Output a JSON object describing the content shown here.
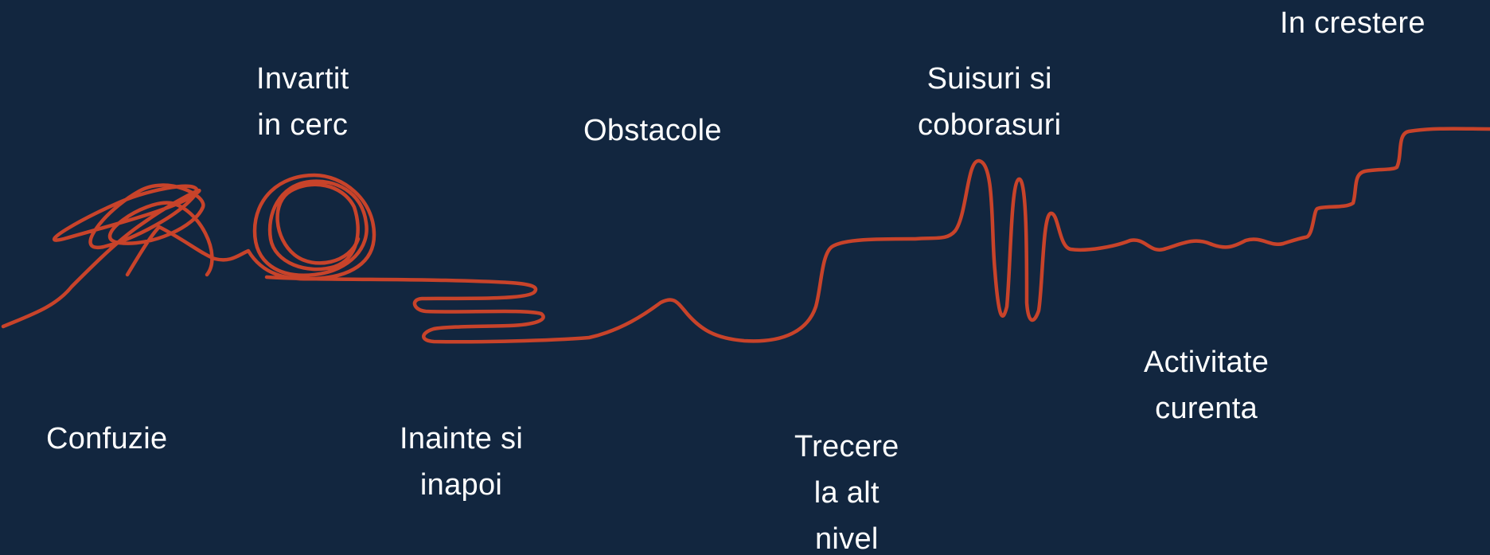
{
  "colors": {
    "background": "#12263f",
    "line": "#c8432a",
    "text": "#ffffff"
  },
  "stages": [
    {
      "id": "confuzie",
      "lines": [
        "Confuzie"
      ]
    },
    {
      "id": "invartit",
      "lines": [
        "Invartit",
        "in cerc"
      ]
    },
    {
      "id": "inainte",
      "lines": [
        "Inainte si",
        "inapoi"
      ]
    },
    {
      "id": "obstacole",
      "lines": [
        "Obstacole"
      ]
    },
    {
      "id": "trecere",
      "lines": [
        "Trecere",
        "la alt",
        "nivel"
      ]
    },
    {
      "id": "suisuri",
      "lines": [
        "Suisuri si",
        "coborasuri"
      ]
    },
    {
      "id": "activitate",
      "lines": [
        "Activitate",
        "curenta"
      ]
    },
    {
      "id": "crestere",
      "lines": [
        "In crestere"
      ]
    }
  ]
}
